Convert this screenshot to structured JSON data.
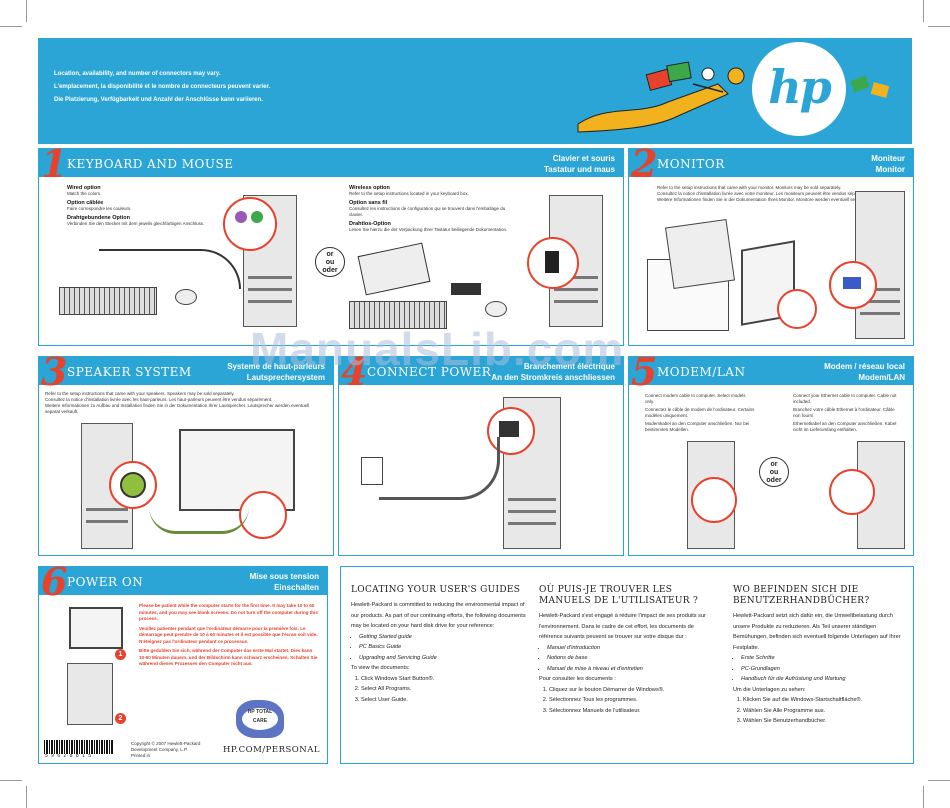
{
  "banner": {
    "notes": [
      "Location, availability, and number of connectors may vary.",
      "L'emplacement, la disponibilité et le nombre de connecteurs peuvent varier.",
      "Die Platzierung, Verfügbarkeit und Anzahl der Anschlüsse kann variieren."
    ],
    "logo": "hp",
    "color": "#2aa5d6"
  },
  "panel1": {
    "number": "1",
    "title": "KEYBOARD AND MOUSE",
    "subtitle1": "Clavier et souris",
    "subtitle2": "Tastatur und maus",
    "wired_title": "Wired option",
    "wired_desc": "Match the colors.",
    "wired_fr_title": "Option câblée",
    "wired_fr_desc": "Faire correspondre les couleurs.",
    "wired_de_title": "Drahtgebundene Option",
    "wired_de_desc": "Verbinden Sie den Stecker mit dem jeweils gleichfarbigen Anschluss.",
    "wireless_title": "Wireless option",
    "wireless_desc": "Refer to the setup instructions located in your keyboard box.",
    "wireless_fr_title": "Option sans fil",
    "wireless_fr_desc": "Consultez les instructions de configuration qui se trouvent dans l'emballage du clavier.",
    "wireless_de_title": "Drahtlos-Option",
    "wireless_de_desc": "Lesen Sie hierzu die der Verpackung Ihrer Tastatur beiliegende Dokumentation.",
    "or": "or",
    "ou": "ou",
    "oder": "oder"
  },
  "panel2": {
    "number": "2",
    "title": "MONITOR",
    "subtitle1": "Moniteur",
    "subtitle2": "Monitor",
    "desc1": "Refer to the setup instructions that came with your monitor. Monitors may be sold separately.",
    "desc2": "Consultez la notice d'installation livrée avec votre moniteur. Les moniteurs peuvent être vendus séparément.",
    "desc3": "Weitere Informationen finden Sie in der Dokumentation Ihres Monitor. Monitore werden eventuell separat verkauft."
  },
  "panel3": {
    "number": "3",
    "title": "SPEAKER SYSTEM",
    "subtitle1": "Systeme de haut-parleurs",
    "subtitle2": "Lautsprechersystem",
    "desc1": "Refer to the setup instructions that came with your speakers. Speakers may be sold separately.",
    "desc2": "Consultez la notice d'installation livrée avec les haut-parleurs. Les haut-parleurs peuvent être vendus séparément.",
    "desc3": "Weitere Informationen zu Aufbau und Installation finden Sie in der Dokumentation Ihrer Lautsprecher. Lautsprecher werden eventuell separat verkauft."
  },
  "panel4": {
    "number": "4",
    "title": "CONNECT POWER",
    "subtitle1": "Branchement électrique",
    "subtitle2": "An den Stromkreis anschliessen"
  },
  "panel5": {
    "number": "5",
    "title": "MODEM/LAN",
    "subtitle1": "Modem / réseau local",
    "subtitle2": "Modem/LAN",
    "modem_en": "Connect modem cable to computer. Select models only.",
    "modem_fr": "Connectez le câble de modem de l'ordinateur. Certains modèles uniquement.",
    "modem_de": "Modemkabel an den Computer anschließen. Nur bei bestimmten Modellen.",
    "lan_en": "Connect your Ethernet cable to computer. Cable not included.",
    "lan_fr": "Branchez votre câble Ethernet à l'ordinateur. Câble non fourni.",
    "lan_de": "Ethernetkabel an den Computer anschließen. Kabel nicht im Lieferumfang enthalten.",
    "or": "or",
    "ou": "ou",
    "oder": "oder"
  },
  "panel6": {
    "number": "6",
    "title": "POWER ON",
    "subtitle1": "Mise sous tension",
    "subtitle2": "Einschalten",
    "en": "Please be patient while the computer starts for the first time. It may take 10 to 60 minutes, and you may see blank screens. Do not turn off the computer during this process.",
    "fr": "Veuillez patienter pendant que l'ordinateur démarre pour la première fois. Le démarrage peut prendre de 10 à 60 minutes et il est possible que l'écran soit vide. N'éteignez pas l'ordinateur pendant ce processus.",
    "de": "Bitte gedulden Sie sich, während der Computer das erste Mal startet. Dies kann 10-60 Minuten dauern, und der Bildschirm kann schwarz erscheinen. Schalten Sie während dieses Prozesses den Computer nicht aus.",
    "step1": "1",
    "step2": "2",
    "copyright": "Copyright © 2007 Hewlett-Packard Development Company, L.P.",
    "printed": "Printed in",
    "care": "HP TOTAL CARE",
    "url": "HP.COM/PERSONAL",
    "barcode": "5 9 6 2     8 8 1 5"
  },
  "guides_en": {
    "title": "LOCATING YOUR USER'S GUIDES",
    "intro": "Hewlett-Packard is committed to reducing the environmental impact of our products. As part of our continuing efforts, the following documents may be located on your hard disk drive for your reference:",
    "items": [
      "Getting Started guide",
      "PC Basics Guide",
      "Upgrading and Servicing Guide"
    ],
    "view": "To view the documents:",
    "steps": [
      "Click Windows Start Button®.",
      "Select All Programs.",
      "Select User Guide."
    ]
  },
  "guides_fr": {
    "title": "OÙ PUIS-JE TROUVER LES MANUELS DE L'UTILISATEUR ?",
    "intro": "Hewlett-Packard s'est engagé à réduire l'impact de ses produits sur l'environnement. Dans le cadre de cet effort, les documents de référence suivants peuvent se trouver sur votre disque dur :",
    "items": [
      "Manuel d'introduction",
      "Notions de base",
      "Manuel de mise à niveau et d'entretien"
    ],
    "view": "Pour consulter les documents :",
    "steps": [
      "Cliquez sur le bouton Démarrer de Windows®.",
      "Sélectionnez Tous les programmes.",
      "Sélectionnez Manuels de l'utilisateur."
    ]
  },
  "guides_de": {
    "title": "WO BEFINDEN SICH DIE BENUTZERHANDBÜCHER?",
    "intro": "Hewlett-Packard setzt sich dafür ein, die Umweltbelastung durch unsere Produkte zu reduzieren. Als Teil unserer ständigen Bemühungen, befinden sich eventuell folgende Unterlagen auf Ihrer Festplatte.",
    "items": [
      "Erste Schritte",
      "PC-Grundlagen",
      "Handbuch für die Aufrüstung und Wartung"
    ],
    "view": "Um die Unterlagen zu sehen:",
    "steps": [
      "Klicken Sie auf die Windows-Startschaltfläche®.",
      "Wählen Sie Alle Programme aus.",
      "Wählen Sie Benutzerhandbücher."
    ]
  },
  "watermark": "ManualsLib.com",
  "colors": {
    "accent": "#2aa5d6",
    "number": "#e6422c"
  }
}
